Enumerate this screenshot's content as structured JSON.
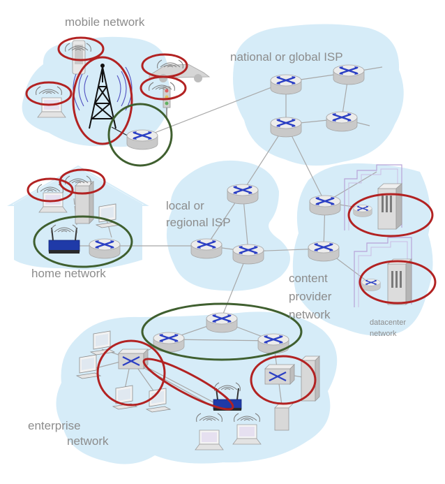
{
  "labels": {
    "mobile_network": "mobile network",
    "national_isp": "national or global ISP",
    "local_isp_line1": "local or",
    "local_isp_line2": "regional ISP",
    "home_network": "home network",
    "content_provider_line1": "content",
    "content_provider_line2": "provider",
    "content_provider_line3": "network",
    "datacenter_line1": "datacenter",
    "datacenter_line2": "network",
    "enterprise_line1": "enterprise",
    "enterprise_line2": "network"
  },
  "colors": {
    "region_fill": "#d6ecf8",
    "link": "#a8a8a8",
    "router_body": "#e4e4e4",
    "router_arrows": "#2b3fc4",
    "edge_highlight": "#b22222",
    "core_highlight": "#3f5f2f",
    "label": "#8c8c8c"
  },
  "icons": [
    "router-icon",
    "switch-icon",
    "cell-tower-icon",
    "wifi-router-icon",
    "laptop-icon",
    "desktop-icon",
    "server-icon",
    "phone-icon",
    "car-icon",
    "traffic-light-icon",
    "house-icon",
    "datacenter-icon"
  ]
}
